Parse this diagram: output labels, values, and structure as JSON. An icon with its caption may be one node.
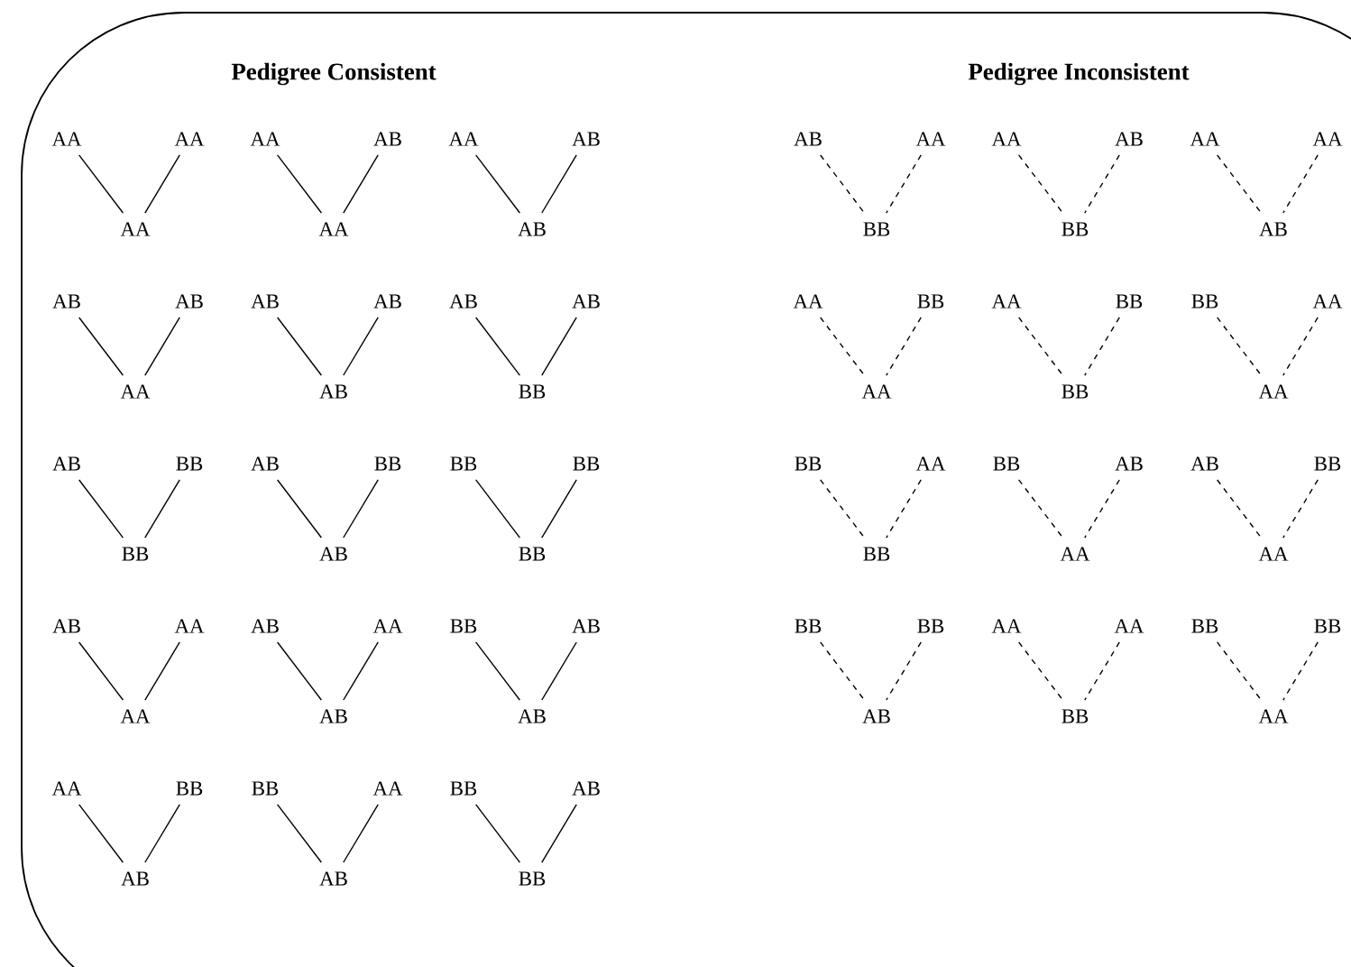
{
  "diagram": {
    "nodes": [
      {
        "text": [
          "AA"
        ]
      },
      {
        "text": [
          "AA"
        ]
      },
      {
        "text": [
          "AA"
        ]
      },
      {
        "text": [
          "AA"
        ]
      },
      {
        "text": [
          "AB"
        ]
      },
      {
        "text": [
          "AA"
        ]
      },
      {
        "text": [
          "AA"
        ]
      },
      {
        "text": [
          "AB"
        ]
      },
      {
        "text": [
          "AB"
        ]
      },
      {
        "text": [
          "AB"
        ]
      },
      {
        "text": [
          "AB"
        ]
      },
      {
        "text": [
          "AA"
        ]
      },
      {
        "text": [
          "AB"
        ]
      },
      {
        "text": [
          "AB"
        ]
      },
      {
        "text": [
          "AB"
        ]
      },
      {
        "text": [
          "AB"
        ]
      },
      {
        "text": [
          "AB"
        ]
      },
      {
        "text": [
          "BB"
        ]
      },
      {
        "text": [
          "AB"
        ]
      },
      {
        "text": [
          "BB"
        ]
      },
      {
        "text": [
          "BB"
        ]
      },
      {
        "text": [
          "AB"
        ]
      },
      {
        "text": [
          "BB"
        ]
      },
      {
        "text": [
          "AB"
        ]
      },
      {
        "text": [
          "BB"
        ]
      },
      {
        "text": [
          "BB"
        ]
      },
      {
        "text": [
          "BB"
        ]
      },
      {
        "text": [
          "AB"
        ]
      },
      {
        "text": [
          "AA"
        ]
      },
      {
        "text": [
          "AA"
        ]
      },
      {
        "text": [
          "AB"
        ]
      },
      {
        "text": [
          "AA"
        ]
      },
      {
        "text": [
          "AB"
        ]
      },
      {
        "text": [
          "BB"
        ]
      },
      {
        "text": [
          "AB"
        ]
      },
      {
        "text": [
          "AB"
        ]
      },
      {
        "text": [
          "AA"
        ]
      },
      {
        "text": [
          "BB"
        ]
      },
      {
        "text": [
          "AB"
        ]
      },
      {
        "text": [
          "BB"
        ]
      },
      {
        "text": [
          "AA"
        ]
      },
      {
        "text": [
          "AB"
        ]
      },
      {
        "text": [
          "BB"
        ]
      },
      {
        "text": [
          "AB"
        ]
      },
      {
        "text": [
          "BB"
        ]
      },
      {
        "text": [
          "AB"
        ]
      },
      {
        "text": [
          "AA"
        ]
      },
      {
        "text": [
          "BB"
        ]
      },
      {
        "text": [
          "AA"
        ]
      },
      {
        "text": [
          "AB"
        ]
      },
      {
        "text": [
          "BB"
        ]
      },
      {
        "text": [
          "AA"
        ]
      },
      {
        "text": [
          "AA"
        ]
      },
      {
        "text": [
          "AB"
        ]
      },
      {
        "text": [
          "AA"
        ]
      },
      {
        "text": [
          "BB"
        ]
      },
      {
        "text": [
          "AA"
        ]
      },
      {
        "text": [
          "AA"
        ]
      },
      {
        "text": [
          "BB"
        ]
      },
      {
        "text": [
          "BB"
        ]
      },
      {
        "text": [
          "BB"
        ]
      },
      {
        "text": [
          "AA"
        ]
      },
      {
        "text": [
          "AA"
        ]
      },
      {
        "text": [
          "BB"
        ]
      },
      {
        "text": [
          "AA"
        ]
      },
      {
        "text": [
          "BB"
        ]
      },
      {
        "text": [
          "BB"
        ]
      },
      {
        "text": [
          "AB"
        ]
      },
      {
        "text": [
          "AA"
        ]
      },
      {
        "text": [
          "AB"
        ]
      },
      {
        "text": [
          "BB"
        ]
      },
      {
        "text": [
          "AA"
        ]
      },
      {
        "text": [
          "BB"
        ]
      },
      {
        "text": [
          "BB"
        ]
      },
      {
        "text": [
          "AB"
        ]
      },
      {
        "text": [
          "AA"
        ]
      },
      {
        "text": [
          "AA"
        ]
      },
      {
        "text": [
          "BB"
        ]
      },
      {
        "text": [
          "BB"
        ]
      },
      {
        "text": [
          "BB"
        ]
      },
      {
        "text": [
          "AA"
        ]
      }
    ],
    "edges": [
      {
        "from": 0,
        "to": 2,
        "arrow": "none"
      },
      {
        "from": 1,
        "to": 2,
        "arrow": "none"
      },
      {
        "from": 3,
        "to": 5,
        "arrow": "none"
      },
      {
        "from": 4,
        "to": 5,
        "arrow": "none"
      },
      {
        "from": 6,
        "to": 8,
        "arrow": "none"
      },
      {
        "from": 7,
        "to": 8,
        "arrow": "none"
      },
      {
        "from": 9,
        "to": 11,
        "arrow": "none"
      },
      {
        "from": 10,
        "to": 11,
        "arrow": "none"
      },
      {
        "from": 12,
        "to": 14,
        "arrow": "none"
      },
      {
        "from": 13,
        "to": 14,
        "arrow": "none"
      },
      {
        "from": 15,
        "to": 17,
        "arrow": "none"
      },
      {
        "from": 16,
        "to": 17,
        "arrow": "none"
      },
      {
        "from": 18,
        "to": 20,
        "arrow": "none"
      },
      {
        "from": 19,
        "to": 20,
        "arrow": "none"
      },
      {
        "from": 21,
        "to": 23,
        "arrow": "none"
      },
      {
        "from": 22,
        "to": 23,
        "arrow": "none"
      },
      {
        "from": 24,
        "to": 26,
        "arrow": "none"
      },
      {
        "from": 25,
        "to": 26,
        "arrow": "none"
      },
      {
        "from": 27,
        "to": 29,
        "arrow": "none"
      },
      {
        "from": 28,
        "to": 29,
        "arrow": "none"
      },
      {
        "from": 30,
        "to": 32,
        "arrow": "none"
      },
      {
        "from": 31,
        "to": 32,
        "arrow": "none"
      },
      {
        "from": 33,
        "to": 35,
        "arrow": "none"
      },
      {
        "from": 34,
        "to": 35,
        "arrow": "none"
      },
      {
        "from": 36,
        "to": 38,
        "arrow": "none"
      },
      {
        "from": 37,
        "to": 38,
        "arrow": "none"
      },
      {
        "from": 39,
        "to": 41,
        "arrow": "none"
      },
      {
        "from": 40,
        "to": 41,
        "arrow": "none"
      },
      {
        "from": 42,
        "to": 44,
        "arrow": "none"
      },
      {
        "from": 43,
        "to": 44,
        "arrow": "none"
      },
      {
        "from": 45,
        "to": 47,
        "arrow": "none",
        "style": "dashed"
      },
      {
        "from": 46,
        "to": 47,
        "arrow": "none",
        "style": "dashed"
      },
      {
        "from": 48,
        "to": 50,
        "arrow": "none",
        "style": "dashed"
      },
      {
        "from": 49,
        "to": 50,
        "arrow": "none",
        "style": "dashed"
      },
      {
        "from": 51,
        "to": 53,
        "arrow": "none",
        "style": "dashed"
      },
      {
        "from": 52,
        "to": 53,
        "arrow": "none",
        "style": "dashed"
      },
      {
        "from": 54,
        "to": 56,
        "arrow": "none",
        "style": "dashed"
      },
      {
        "from": 55,
        "to": 56,
        "arrow": "none",
        "style": "dashed"
      },
      {
        "from": 57,
        "to": 59,
        "arrow": "none",
        "style": "dashed"
      },
      {
        "from": 58,
        "to": 59,
        "arrow": "none",
        "style": "dashed"
      },
      {
        "from": 60,
        "to": 62,
        "arrow": "none",
        "style": "dashed"
      },
      {
        "from": 61,
        "to": 62,
        "arrow": "none",
        "style": "dashed"
      },
      {
        "from": 63,
        "to": 65,
        "arrow": "none",
        "style": "dashed"
      },
      {
        "from": 64,
        "to": 65,
        "arrow": "none",
        "style": "dashed"
      },
      {
        "from": 66,
        "to": 68,
        "arrow": "none",
        "style": "dashed"
      },
      {
        "from": 67,
        "to": 68,
        "arrow": "none",
        "style": "dashed"
      },
      {
        "from": 69,
        "to": 71,
        "arrow": "none",
        "style": "dashed"
      },
      {
        "from": 70,
        "to": 71,
        "arrow": "none",
        "style": "dashed"
      },
      {
        "from": 72,
        "to": 74,
        "arrow": "none",
        "style": "dashed"
      },
      {
        "from": 73,
        "to": 74,
        "arrow": "none",
        "style": "dashed"
      },
      {
        "from": 75,
        "to": 77,
        "arrow": "none",
        "style": "dashed"
      },
      {
        "from": 76,
        "to": 77,
        "arrow": "none",
        "style": "dashed"
      },
      {
        "from": 78,
        "to": 80,
        "arrow": "none",
        "style": "dashed"
      },
      {
        "from": 79,
        "to": 80,
        "arrow": "none",
        "style": "dashed"
      }
    ],
    "labels": [
      "Pedigree Consistent",
      "Pedigree Inconsistent"
    ]
  }
}
